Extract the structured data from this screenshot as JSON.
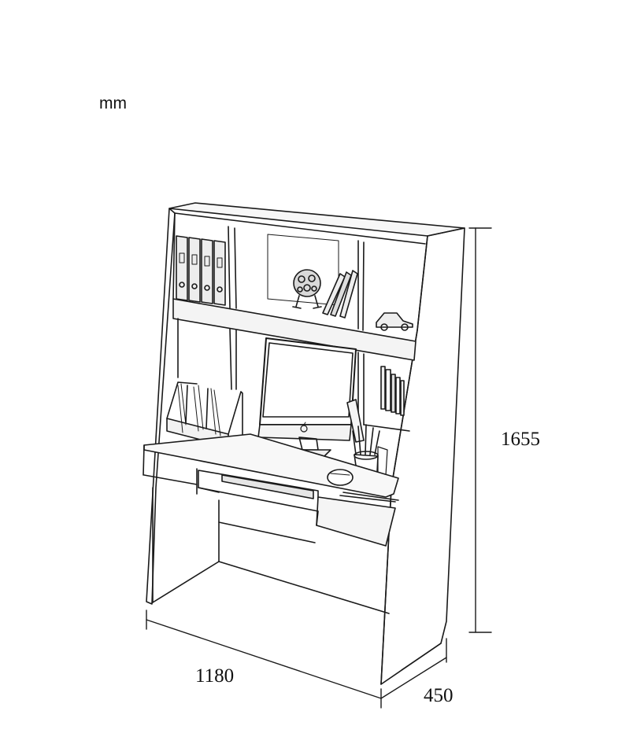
{
  "unit": "mm",
  "dimensions": {
    "width": "1180",
    "height": "1655",
    "depth": "450"
  },
  "colors": {
    "line": "#1a1a1a",
    "background": "#ffffff"
  },
  "icons": [
    "apple-logo-icon"
  ]
}
